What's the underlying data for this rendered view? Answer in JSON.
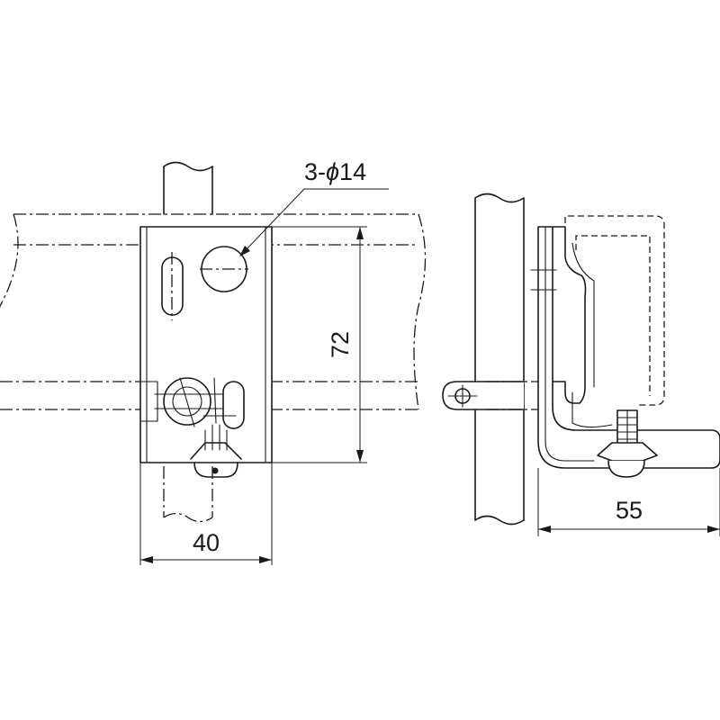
{
  "drawing": {
    "hole_callout": {
      "prefix": "3-",
      "symbol": "ϕ",
      "value": "14"
    },
    "dimensions": {
      "width_front": "40",
      "height_front": "72",
      "depth_side": "55"
    }
  }
}
